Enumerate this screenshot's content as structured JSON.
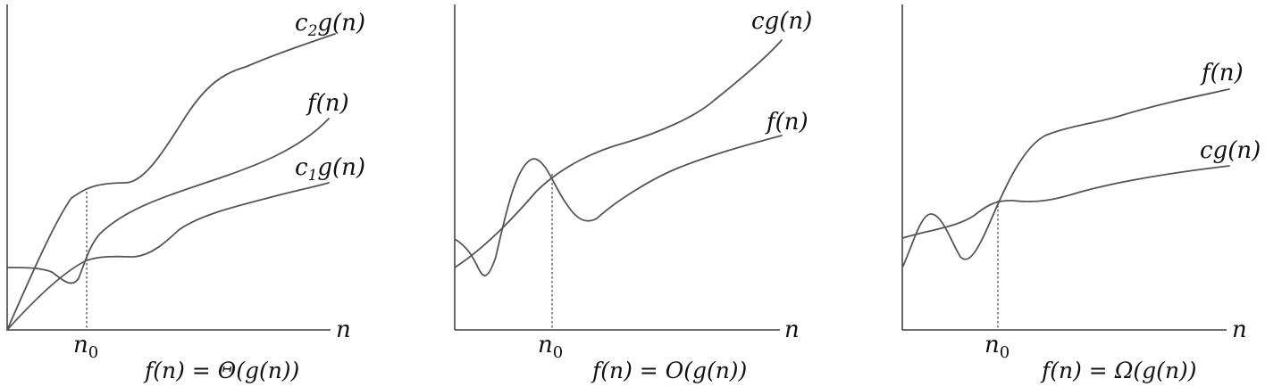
{
  "panels": [
    {
      "axis_label": "n",
      "threshold_label": "n",
      "threshold_subscript": "0",
      "caption": "f(n) = Θ(g(n))",
      "curves": [
        {
          "label_coeff": "c",
          "label_sub": "2",
          "label_rest": "g(n)"
        },
        {
          "label_coeff": "f(n)",
          "label_sub": "",
          "label_rest": ""
        },
        {
          "label_coeff": "c",
          "label_sub": "1",
          "label_rest": "g(n)"
        }
      ]
    },
    {
      "axis_label": "n",
      "threshold_label": "n",
      "threshold_subscript": "0",
      "caption": "f(n) = O(g(n))",
      "curves": [
        {
          "label_coeff": "cg(n)",
          "label_sub": "",
          "label_rest": ""
        },
        {
          "label_coeff": "f(n)",
          "label_sub": "",
          "label_rest": ""
        }
      ]
    },
    {
      "axis_label": "n",
      "threshold_label": "n",
      "threshold_subscript": "0",
      "caption": "f(n) = Ω(g(n))",
      "curves": [
        {
          "label_coeff": "f(n)",
          "label_sub": "",
          "label_rest": ""
        },
        {
          "label_coeff": "cg(n)",
          "label_sub": "",
          "label_rest": ""
        }
      ]
    }
  ]
}
